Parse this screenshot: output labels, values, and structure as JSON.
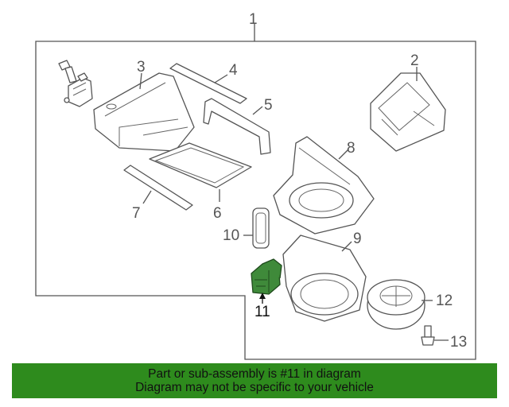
{
  "callouts": {
    "c1": "1",
    "c2": "2",
    "c3": "3",
    "c4": "4",
    "c5": "5",
    "c6": "6",
    "c7": "7",
    "c8": "8",
    "c9": "9",
    "c10": "10",
    "c11": "11",
    "c12": "12",
    "c13": "13"
  },
  "highlighted_part": "11",
  "colors": {
    "highlight": "#3f8a3a",
    "banner": "#2e8b1d",
    "line": "#555555"
  },
  "banner": {
    "line1": "Part or sub-assembly is #11 in diagram",
    "line2": "Diagram may not be specific to your vehicle"
  }
}
